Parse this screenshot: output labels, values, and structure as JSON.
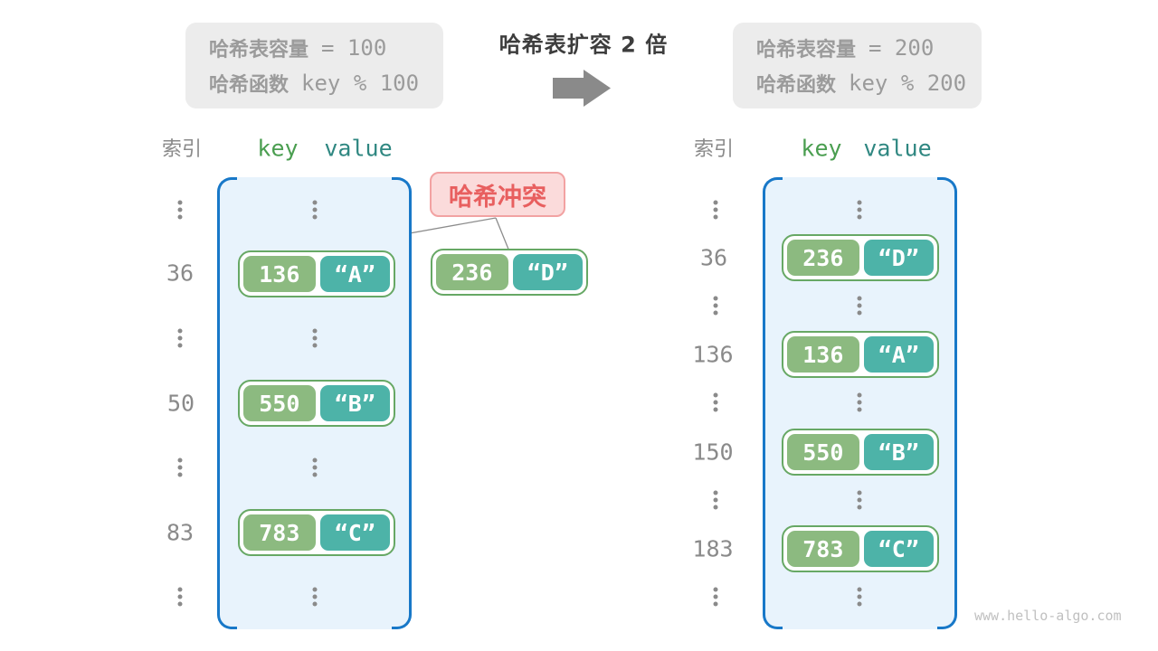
{
  "header": {
    "capacity_left": {
      "label1": "哈希表容量",
      "value1": "= 100",
      "label2": "哈希函数",
      "value2": "key % 100"
    },
    "title": "哈希表扩容 2 倍",
    "capacity_right": {
      "label1": "哈希表容量",
      "value1": "= 200",
      "label2": "哈希函数",
      "value2": "key % 200"
    }
  },
  "collision_label": "哈希冲突",
  "collision_pair": {
    "key": "236",
    "value": "“D”"
  },
  "left_table": {
    "index_header": "索引",
    "key_header": "key",
    "value_header": "value",
    "indices": [
      "36",
      "50",
      "83"
    ],
    "pairs": [
      {
        "key": "136",
        "value": "“A”"
      },
      {
        "key": "550",
        "value": "“B”"
      },
      {
        "key": "783",
        "value": "“C”"
      }
    ]
  },
  "right_table": {
    "index_header": "索引",
    "key_header": "key",
    "value_header": "value",
    "indices": [
      "36",
      "136",
      "150",
      "183"
    ],
    "pairs": [
      {
        "key": "236",
        "value": "“D”"
      },
      {
        "key": "136",
        "value": "“A”"
      },
      {
        "key": "550",
        "value": "“B”"
      },
      {
        "key": "783",
        "value": "“C”"
      }
    ]
  },
  "watermark": "www.hello-algo.com",
  "colors": {
    "container_border_blue": "#1878c8",
    "container_fill_blue": "#e8f3fc",
    "key_cell_green": "#8cba80",
    "value_cell_teal": "#4db3a8",
    "pair_border_green": "#67a865",
    "key_header_green": "#4a9e50",
    "value_header_teal": "#2f8781",
    "collision_text_red": "#e85f5f",
    "collision_fill_pink": "#fbdbdb",
    "collision_border_pink": "#f2a2a2",
    "gray_box_fill": "#ececec",
    "gray_text": "#9b9b9b",
    "index_gray": "#8a8a8a",
    "arrow_gray": "#8a8a8a",
    "title_dark": "#3d3d3d"
  }
}
